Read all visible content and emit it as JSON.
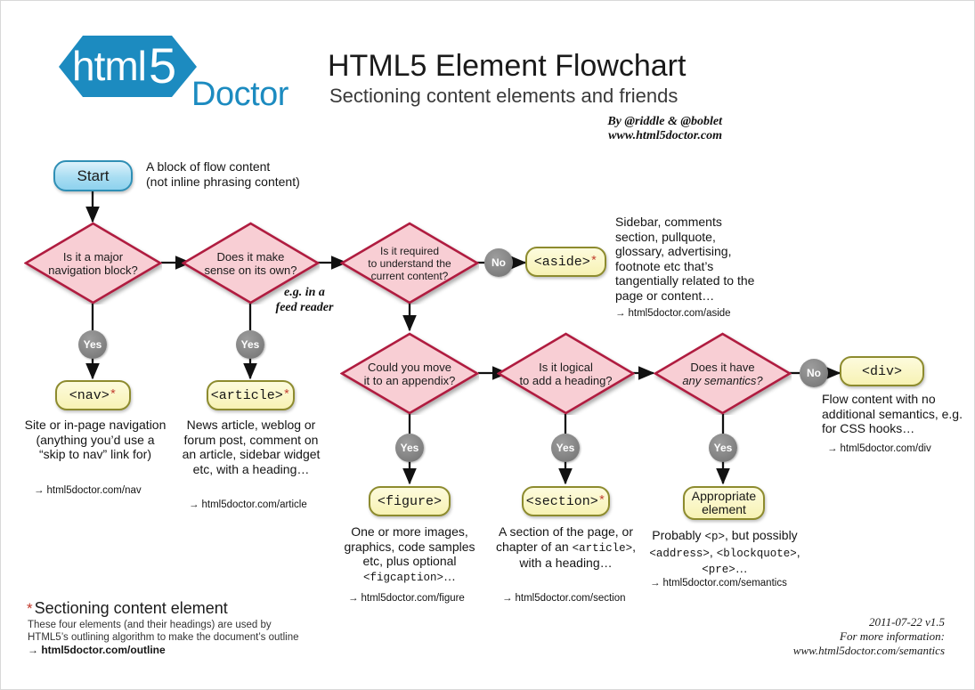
{
  "header": {
    "logo_text": "html5",
    "logo_suffix": "Doctor",
    "logo_color": "#1c8bc0",
    "title": "HTML5 Element Flowchart",
    "subtitle": "Sectioning content elements and friends",
    "byline_1": "By @riddle & @boblet",
    "byline_2": "www.html5doctor.com"
  },
  "nodes": {
    "start": {
      "label": "Start"
    },
    "d_nav": {
      "line1": "Is it a major",
      "line2": "navigation block?"
    },
    "d_sense": {
      "line1": "Does it make",
      "line2": "sense on its own?"
    },
    "d_required": {
      "line1": "Is it required",
      "line2": "to understand the",
      "line3": "current content?"
    },
    "d_appendix": {
      "line1": "Could you move",
      "line2": "it to an appendix?"
    },
    "d_heading": {
      "line1": "Is it logical",
      "line2": "to add a heading?"
    },
    "d_semantics": {
      "line1": "Does it have",
      "line2": "any semantics?"
    },
    "e_nav": {
      "tag": "<nav>",
      "starred": true
    },
    "e_article": {
      "tag": "<article>",
      "starred": true
    },
    "e_aside": {
      "tag": "<aside>",
      "starred": true
    },
    "e_div": {
      "tag": "<div>",
      "starred": false
    },
    "e_figure": {
      "tag": "<figure>",
      "starred": false
    },
    "e_section": {
      "tag": "<section>",
      "starred": true
    },
    "e_appropriate": {
      "line1": "Appropriate",
      "line2": "element"
    }
  },
  "edge_labels": {
    "yes": "Yes",
    "no": "No"
  },
  "annotations": {
    "start_note_1": "A block of flow content",
    "start_note_2": "(not inline phrasing content)",
    "feed_reader_1": "e.g. in a",
    "feed_reader_2": "feed reader"
  },
  "descriptions": {
    "nav": {
      "text": "Site or in-page navigation (anything you’d use a “skip to nav” link for)",
      "link": "html5doctor.com/nav"
    },
    "article": {
      "text": "News article, weblog or forum post, comment on an article, sidebar widget etc, with a heading…",
      "link": "html5doctor.com/article"
    },
    "aside": {
      "text": "Sidebar, comments section, pullquote, glossary, advertising, footnote etc that’s tangentially related to the page or content…",
      "link": "html5doctor.com/aside"
    },
    "div": {
      "text": "Flow content with no additional semantics, e.g. for CSS hooks…",
      "link": "html5doctor.com/div"
    },
    "figure": {
      "part1": "One or more images, graphics, code samples etc, plus optional ",
      "mono": "<figcaption>",
      "part2": "…",
      "link": "html5doctor.com/figure"
    },
    "section": {
      "part1": "A section of the page, or chapter of an ",
      "mono": "<article>",
      "part2": ", with a heading…",
      "link": "html5doctor.com/section"
    },
    "semantics": {
      "part1": "Probably ",
      "mono1": "<p>",
      "part2": ", but possibly ",
      "mono2": "<address>",
      "part3": ", ",
      "mono3": "<blockquote>",
      "part4": ", ",
      "mono4": "<pre>",
      "part5": "…",
      "link": "html5doctor.com/semantics"
    }
  },
  "footer": {
    "legend_title": "Sectioning content element",
    "legend_line1": "These four elements (and their headings) are used by",
    "legend_line2": "HTML5’s outlining algorithm to make the document’s outline",
    "legend_link": "html5doctor.com/outline",
    "version": "2011-07-22 v1.5",
    "more_info": "For more information:",
    "more_url": "www.html5doctor.com/semantics"
  },
  "colors": {
    "diamond_fill": "#f8ced4",
    "diamond_stroke": "#b01f40",
    "element_fill": "#faf6c6",
    "element_stroke": "#8d8b2e",
    "terminator_fill": "#a8ddf2",
    "terminator_stroke": "#2f8fb5",
    "circle_fill": "#808080",
    "star": "#c0392b",
    "brand": "#1c8bc0"
  }
}
